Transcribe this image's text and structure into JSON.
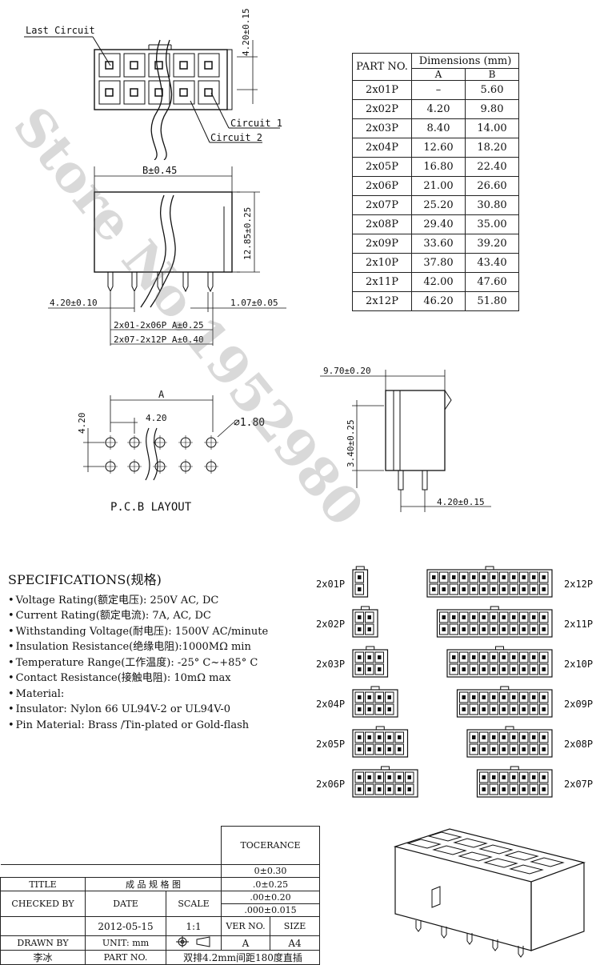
{
  "watermark": "Store No.1952980",
  "top_view": {
    "last_circuit": "Last Circuit",
    "circuit1": "Circuit 1",
    "circuit2": "Circuit 2",
    "height_dim": "4.20±0.15"
  },
  "side_view": {
    "b_dim": "B±0.45",
    "height_dim": "12.85±0.25",
    "pitch_left": "4.20±0.10",
    "pin_dim": "1.07±0.05",
    "a_dim_1": "2x01-2x06P A±0.25",
    "a_dim_2": "2x07-2x12P A±0.40"
  },
  "pcb": {
    "a_label": "A",
    "vpitch": "4.20",
    "hpitch": "4.20",
    "hole": "⌀1.80",
    "caption": "P.C.B  LAYOUT"
  },
  "end_view": {
    "width_dim": "9.70±0.20",
    "height_dim": "3.40±0.25",
    "pitch_dim": "4.20±0.15"
  },
  "dim_table": {
    "part_no_header": "PART NO.",
    "dims_header": "Dimensions (mm)",
    "col_a": "A",
    "col_b": "B",
    "rows": [
      {
        "part": "2x01P",
        "a": "–",
        "b": "5.60"
      },
      {
        "part": "2x02P",
        "a": "4.20",
        "b": "9.80"
      },
      {
        "part": "2x03P",
        "a": "8.40",
        "b": "14.00"
      },
      {
        "part": "2x04P",
        "a": "12.60",
        "b": "18.20"
      },
      {
        "part": "2x05P",
        "a": "16.80",
        "b": "22.40"
      },
      {
        "part": "2x06P",
        "a": "21.00",
        "b": "26.60"
      },
      {
        "part": "2x07P",
        "a": "25.20",
        "b": "30.80"
      },
      {
        "part": "2x08P",
        "a": "29.40",
        "b": "35.00"
      },
      {
        "part": "2x09P",
        "a": "33.60",
        "b": "39.20"
      },
      {
        "part": "2x10P",
        "a": "37.80",
        "b": "43.40"
      },
      {
        "part": "2x11P",
        "a": "42.00",
        "b": "47.60"
      },
      {
        "part": "2x12P",
        "a": "46.20",
        "b": "51.80"
      }
    ]
  },
  "specs": {
    "title": "SPECIFICATIONS(规格)",
    "lines": [
      "Voltage Rating(额定电压): 250V AC, DC",
      "Current Rating(额定电流): 7A, AC, DC",
      "Withstanding Voltage(耐电压): 1500V AC/minute",
      "Insulation Resistance(绝缘电阻):1000MΩ min",
      "Temperature Range(工作温度): -25° C~+85° C",
      "Contact Resistance(接触电阻): 10mΩ max",
      "Material:",
      "Insulator: Nylon 66  UL94V-2 or UL94V-0",
      "Pin Material: Brass /Tin-plated or Gold-flash"
    ]
  },
  "variants_left": [
    "2x01P",
    "2x02P",
    "2x03P",
    "2x04P",
    "2x05P",
    "2x06P"
  ],
  "variants_right": [
    "2x12P",
    "2x11P",
    "2x10P",
    "2x09P",
    "2x08P",
    "2x07P"
  ],
  "title_block": {
    "tolerance": "TOCERANCE",
    "tol1": "0±0.30",
    "tol2": ".0±0.25",
    "tol3": ".00±0.20",
    "tol4": ".000±0.015",
    "title_label": "TITLE",
    "title_value": "成 品 规 格 图",
    "checked_by": "CHECKED BY",
    "date_label": "DATE",
    "scale_label": "SCALE",
    "date_value": "2012-05-15",
    "scale_value": "1:1",
    "ver_label": "VER NO.",
    "size_label": "SIZE",
    "drawn_by": "DRAWN BY",
    "unit": "UNIT: mm",
    "ver_value": "A",
    "size_value": "A4",
    "drawer": "李冰",
    "part_no_label": "PART NO.",
    "part_desc": "双排4.2mm间距180度直插"
  }
}
